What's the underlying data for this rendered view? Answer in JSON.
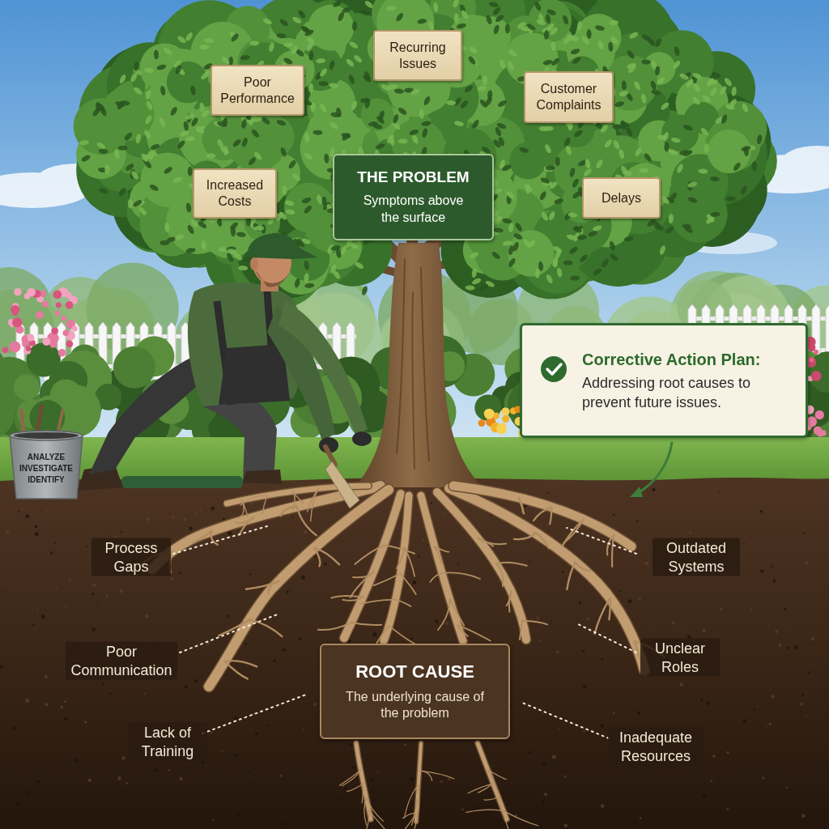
{
  "diagram": {
    "nodes": [
      {
        "text": [
          "Recurring Issues"
        ]
      },
      {
        "text": [
          "Poor Performance"
        ]
      },
      {
        "text": [
          "Customer Complaints"
        ]
      },
      {
        "text": [
          "Increased Costs"
        ]
      },
      {
        "text": [
          "THE PROBLEM",
          "Symptoms above the surface"
        ]
      },
      {
        "text": [
          "Delays"
        ]
      },
      {
        "text": [
          "Corrective Action Plan:",
          "Addressing root causes to prevent future issues."
        ]
      },
      {
        "text": [
          "ROOT CAUSE",
          "The underlying cause of the problem"
        ]
      }
    ],
    "labels": [
      "ANALYZE",
      "INVESTIGATE",
      "IDENTIFY",
      "Process Gaps",
      "Outdated Systems",
      "Poor Communication",
      "Unclear Roles",
      "Lack of Training",
      "Inadequate Resources"
    ]
  }
}
